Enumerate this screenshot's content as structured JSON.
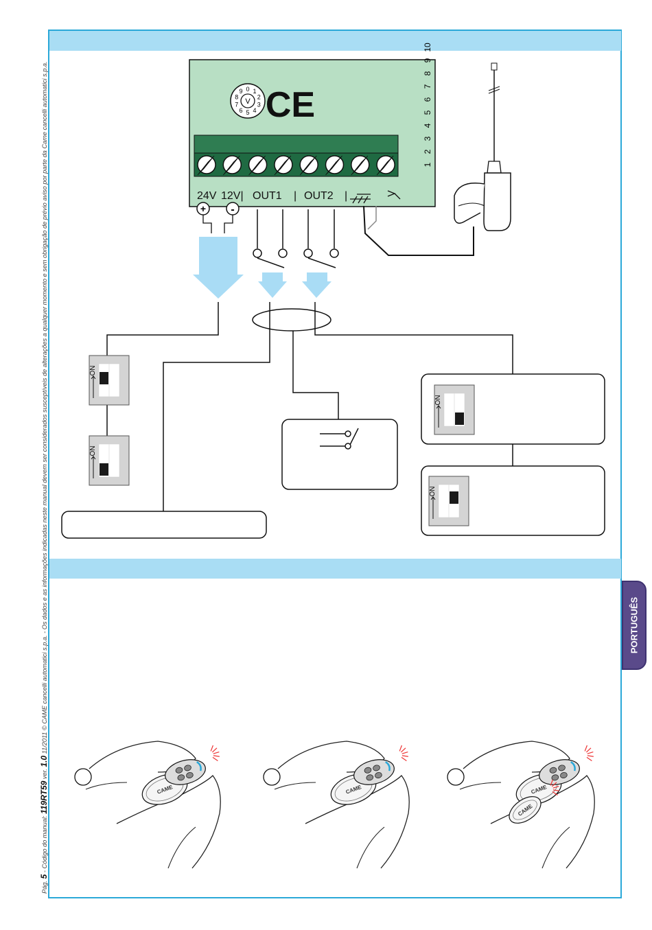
{
  "footer": {
    "page_label": "Pág.",
    "page_number": "5",
    "manual_label": "- Código do manual:",
    "manual_code": "119RT59",
    "version_label": "ver.",
    "version": "1.0",
    "date_copyright": "11/2011 © CAME cancelli automatici s.p.a. - Os dados e as informações indicadas neste manual devem ser considerados susceptíveis de alterações a qualquer momento e sem obrigação de prévio aviso por parte da Came cancelli automatici s.p.a."
  },
  "language_tab": "PORTUGUÊS",
  "board": {
    "terminal_labels": [
      "24V",
      "12V|",
      "OUT1",
      "|",
      "OUT2",
      "|"
    ],
    "plus_sign": "+",
    "minus_sign": "-",
    "dip_numbers": [
      "1",
      "2",
      "3",
      "4",
      "5",
      "6",
      "7",
      "8",
      "9",
      "10"
    ],
    "ce_mark": "CE",
    "rotary_digits": [
      "0",
      "1",
      "2",
      "3",
      "4",
      "5",
      "6",
      "7",
      "8",
      "9"
    ],
    "rotary_center": "V"
  },
  "dip_label": "ON",
  "remote_brand": "CAME",
  "colors": {
    "board_green": "#b8dfc4",
    "terminal_green": "#2f7d52",
    "header_blue": "#a9ddf4",
    "frame_blue": "#2aa8d8",
    "arrow_blue": "#a9dcf5",
    "tab_purple": "#5a4a8a"
  }
}
